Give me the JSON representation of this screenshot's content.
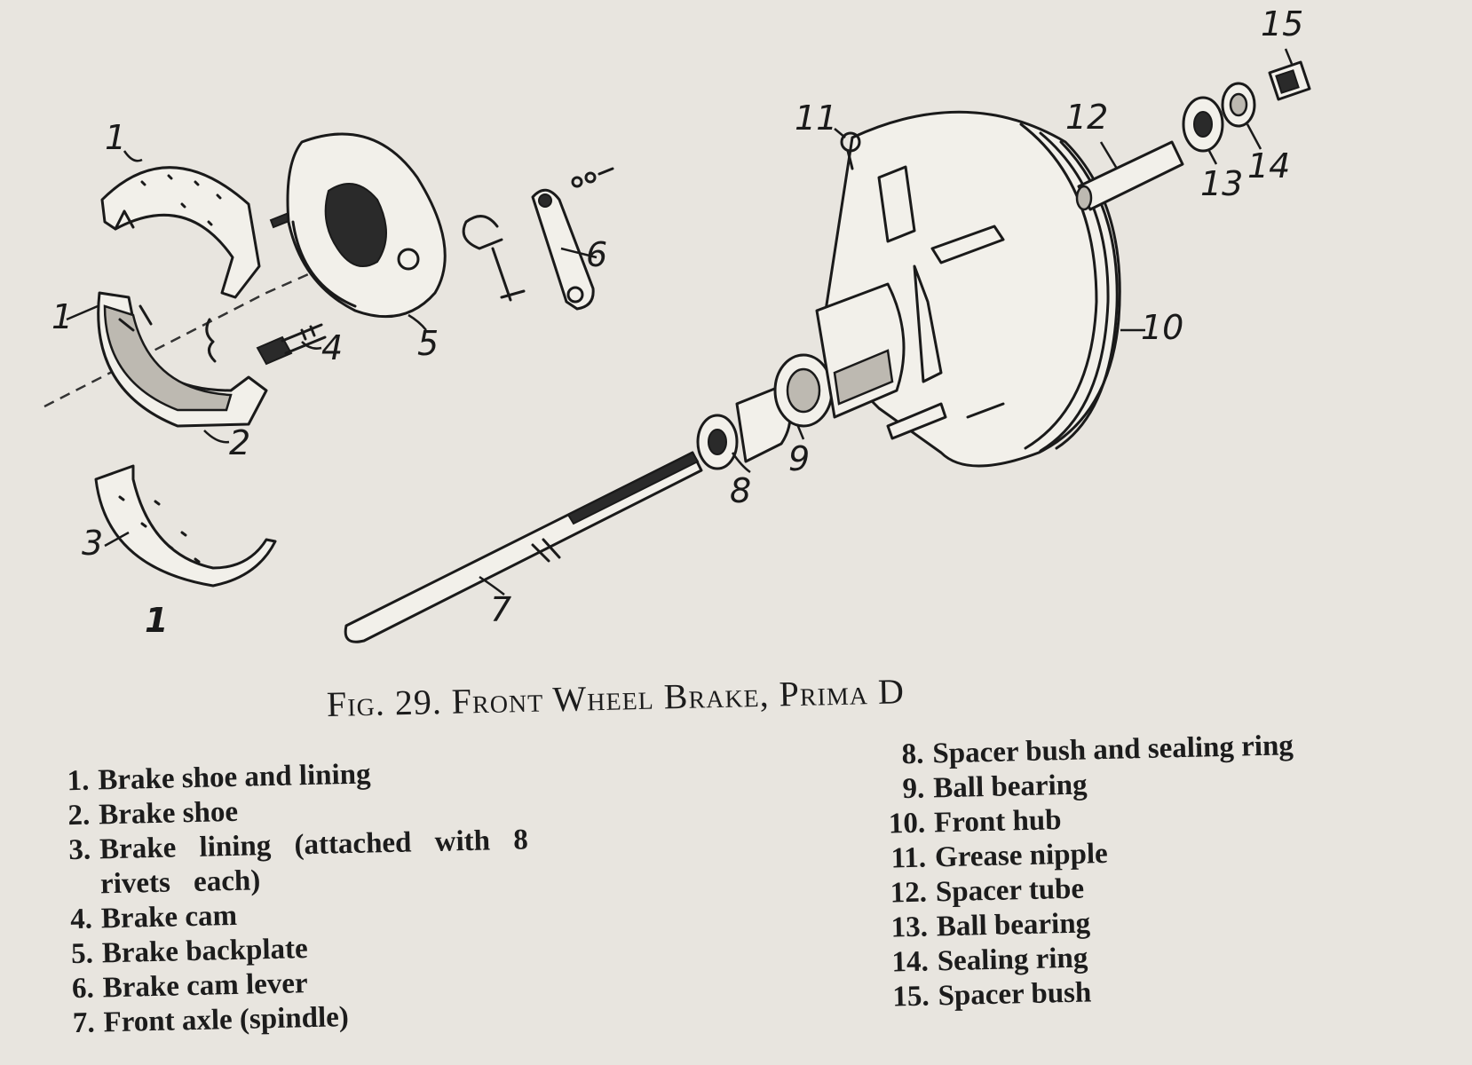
{
  "figure": {
    "caption": "Fig. 29.  Front Wheel Brake, Prima D",
    "callouts": [
      "1",
      "1",
      "2",
      "3",
      "1",
      "4",
      "5",
      "6",
      "7",
      "8",
      "9",
      "10",
      "11",
      "12",
      "13",
      "14",
      "15"
    ]
  },
  "legend": {
    "left": [
      {
        "num": "1.",
        "text": "Brake shoe and lining"
      },
      {
        "num": "2.",
        "text": "Brake shoe"
      },
      {
        "num": "3.",
        "text": "Brake lining (attached with 8 rivets each)"
      },
      {
        "num": "4.",
        "text": "Brake cam"
      },
      {
        "num": "5.",
        "text": "Brake backplate"
      },
      {
        "num": "6.",
        "text": "Brake cam lever"
      },
      {
        "num": "7.",
        "text": "Front axle (spindle)"
      }
    ],
    "right": [
      {
        "num": "8.",
        "text": "Spacer bush and sealing ring"
      },
      {
        "num": "9.",
        "text": "Ball bearing"
      },
      {
        "num": "10.",
        "text": "Front hub"
      },
      {
        "num": "11.",
        "text": "Grease nipple"
      },
      {
        "num": "12.",
        "text": "Spacer tube"
      },
      {
        "num": "13.",
        "text": "Ball bearing"
      },
      {
        "num": "14.",
        "text": "Sealing ring"
      },
      {
        "num": "15.",
        "text": "Spacer bush"
      }
    ]
  }
}
